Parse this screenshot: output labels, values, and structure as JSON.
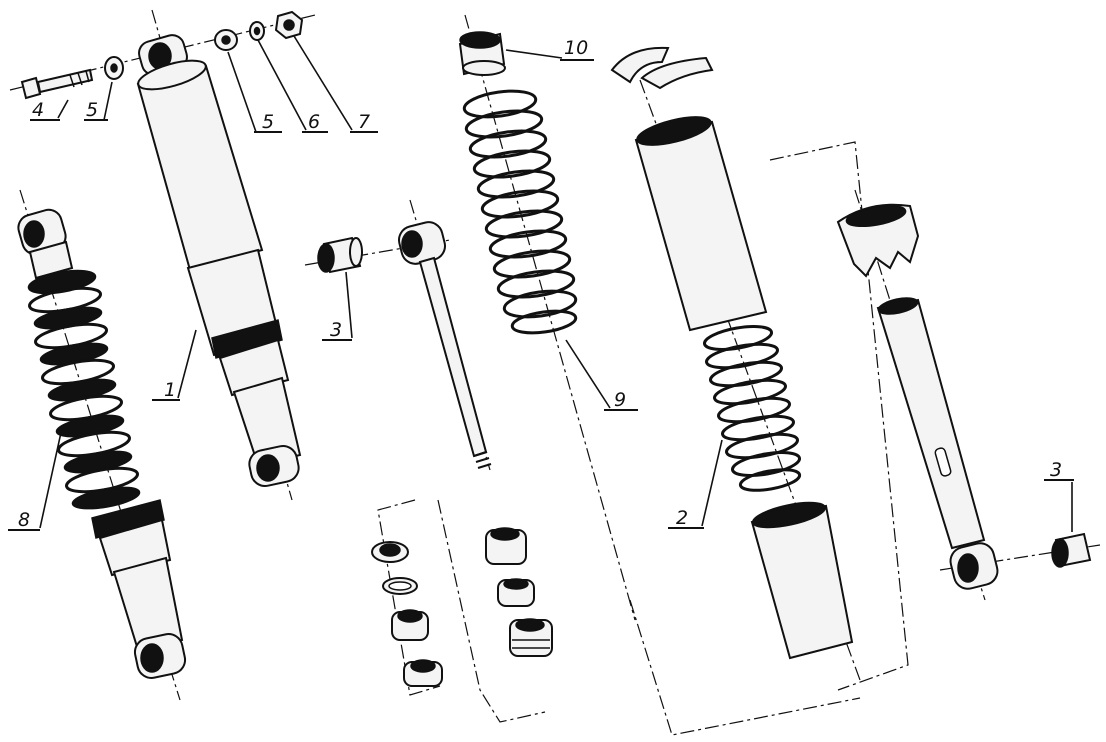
{
  "callouts": {
    "c1": "1",
    "c2": "2",
    "c3a": "3",
    "c3b": "3",
    "c4": "4",
    "c5a": "5",
    "c5b": "5",
    "c6": "6",
    "c7": "7",
    "c8": "8",
    "c9": "9",
    "c10": "10"
  }
}
